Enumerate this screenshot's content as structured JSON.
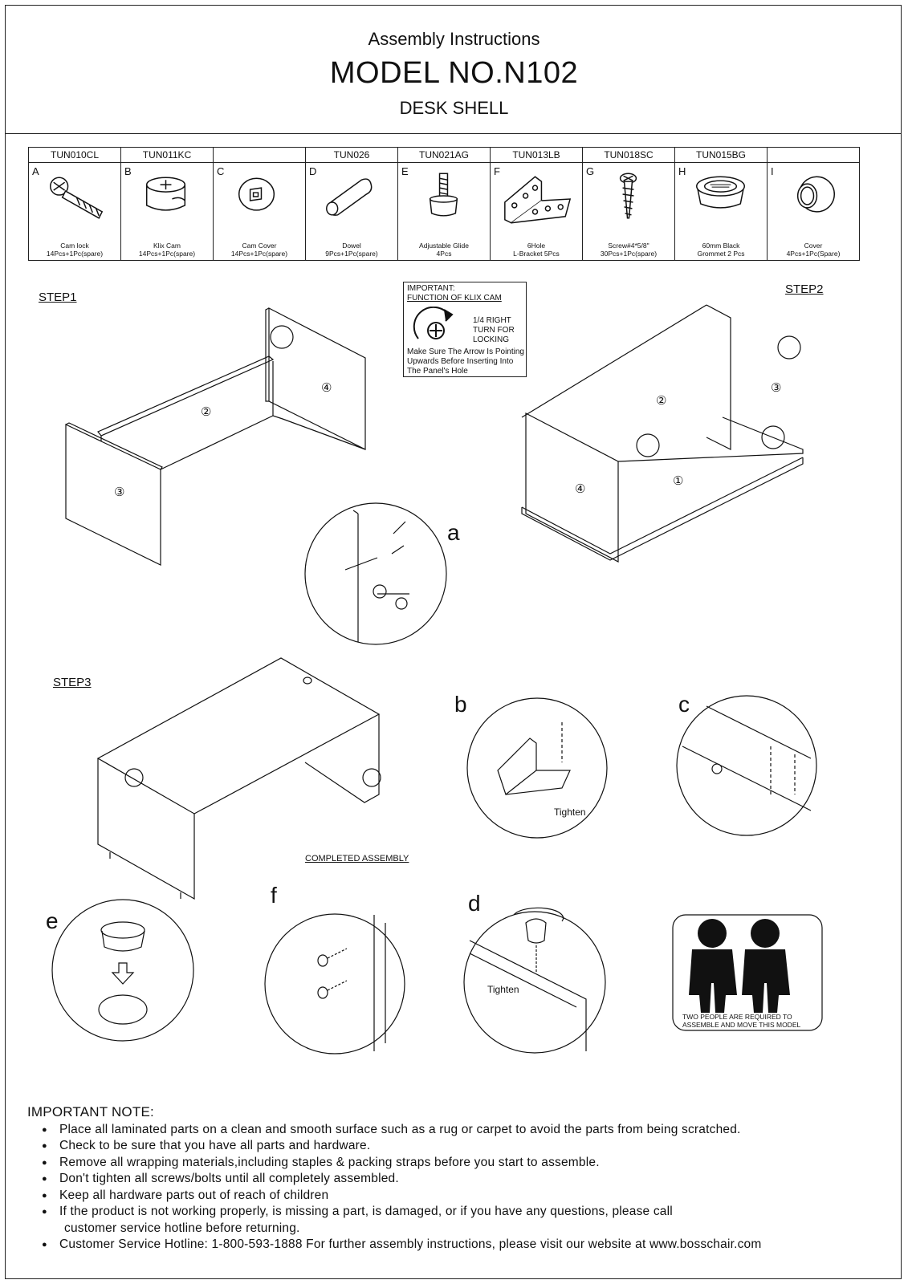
{
  "header": {
    "subtitle": "Assembly Instructions",
    "model": "MODEL NO.N102",
    "product": "DESK SHELL"
  },
  "parts": [
    {
      "code": "TUN010CL",
      "letter": "A",
      "desc1": "Cam lock",
      "desc2": "14Pcs+1Pc(spare)",
      "icon": "cam-lock-icon"
    },
    {
      "code": "TUN011KC",
      "letter": "B",
      "desc1": "Klix Cam",
      "desc2": "14Pcs+1Pc(spare)",
      "icon": "klix-cam-icon"
    },
    {
      "code": "",
      "letter": "C",
      "desc1": "Cam Cover",
      "desc2": "14Pcs+1Pc(spare)",
      "icon": "cam-cover-icon"
    },
    {
      "code": "TUN026",
      "letter": "D",
      "desc1": "Dowel",
      "desc2": "9Pcs+1Pc(spare)",
      "icon": "dowel-icon"
    },
    {
      "code": "TUN021AG",
      "letter": "E",
      "desc1": "Adjustable Glide",
      "desc2": "4Pcs",
      "icon": "glide-icon"
    },
    {
      "code": "TUN013LB",
      "letter": "F",
      "desc1": "6Hole",
      "desc2": "L-Bracket  5Pcs",
      "icon": "l-bracket-icon"
    },
    {
      "code": "TUN018SC",
      "letter": "G",
      "desc1": "Screw#4*5/8\"",
      "desc2": "30Pcs+1Pc(spare)",
      "icon": "screw-icon"
    },
    {
      "code": "TUN015BG",
      "letter": "H",
      "desc1": "60mm Black",
      "desc2": "Grommet     2 Pcs",
      "icon": "grommet-icon"
    },
    {
      "code": "",
      "letter": "I",
      "desc1": "Cover",
      "desc2": "4Pcs+1Pc(Spare)",
      "icon": "cover-icon"
    }
  ],
  "steps": {
    "step1": "STEP1",
    "step2": "STEP2",
    "step3": "STEP3",
    "completed": "COMPLETED ASSEMBLY"
  },
  "important_box": {
    "title": "IMPORTANT:",
    "subtitle": "FUNCTION OF KLIX CAM",
    "turn": "1/4 RIGHT TURN FOR LOCKING",
    "note": "Make Sure The Arrow Is Pointing Upwards Before Inserting Into The Panel's Hole"
  },
  "details": {
    "a": "a",
    "b": "b",
    "c": "c",
    "d": "d",
    "e": "e",
    "f": "f",
    "tighten": "Tighten"
  },
  "panels": {
    "p1": "①",
    "p2": "②",
    "p3": "③",
    "p4": "④"
  },
  "people": "TWO PEOPLE ARE REQUIRED TO ASSEMBLE AND MOVE THIS MODEL",
  "notes": {
    "heading": "IMPORTANT NOTE:",
    "items": [
      "Place all laminated parts on a clean and smooth surface such as a rug or carpet to avoid the parts from being scratched.",
      "Check to be sure that you have all parts and hardware.",
      "Remove all wrapping materials,including staples & packing straps before you start to assemble.",
      "Don't tighten all screws/bolts until  all completely assembled.",
      "Keep all hardware  parts out of reach of children",
      "If the product is not working properly, is missing a part, is damaged, or if you have any questions, please call",
      "Customer Service Hotline: 1-800-593-1888 For further assembly instructions, please visit our website at www.bosschair.com"
    ],
    "item6_cont": "customer service hotline before returning."
  }
}
